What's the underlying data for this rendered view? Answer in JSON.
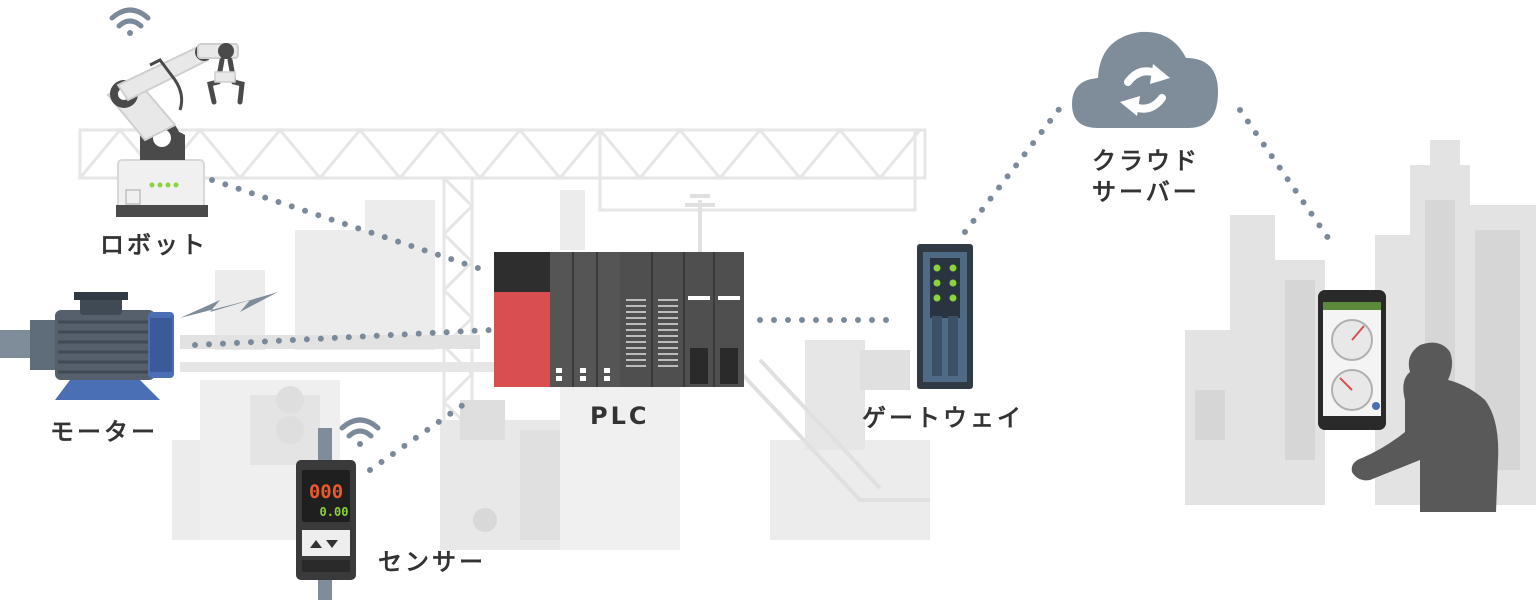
{
  "nodes": {
    "robot": "ロボット",
    "motor": "モーター",
    "sensor": "センサー",
    "plc": "PLC",
    "gateway": "ゲートウェイ",
    "cloud_line1": "クラウド",
    "cloud_line2": "サーバー"
  },
  "sensor_display": {
    "main_value": "000",
    "sub_value": "0.00"
  },
  "colors": {
    "connector_dots": "#7b8a9a",
    "plc_accent": "#d94f4f",
    "device_body": "#4a4a4a",
    "cloud": "#7f8c99",
    "led_green": "#8bd23c",
    "background_art": "#ececec"
  },
  "icons": [
    "robot-arm-icon",
    "wifi-icon",
    "motor-icon",
    "lightning-icon",
    "sensor-icon",
    "plc-icon",
    "gateway-icon",
    "cloud-sync-icon",
    "smartphone-icon",
    "person-icon",
    "city-skyline-icon"
  ]
}
